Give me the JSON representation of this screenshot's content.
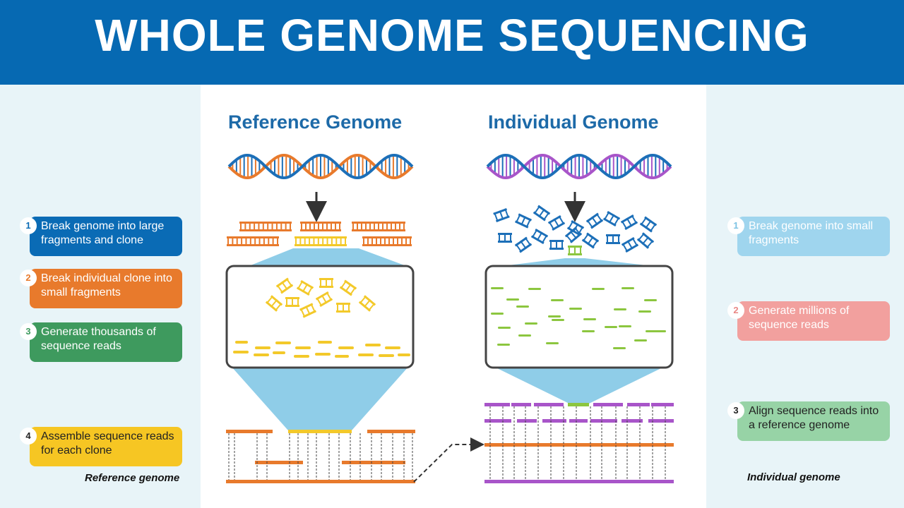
{
  "title": "WHOLE GENOME SEQUENCING",
  "reference": {
    "heading": "Reference Genome",
    "caption": "Reference genome",
    "steps": [
      {
        "num": "1",
        "text": "Break genome into large fragments and clone",
        "color": "#0a6bb5"
      },
      {
        "num": "2",
        "text": "Break individual clone into small fragments",
        "color": "#e87a2c"
      },
      {
        "num": "3",
        "text": "Generate thousands of sequence reads",
        "color": "#3e9a5e"
      },
      {
        "num": "4",
        "text": "Assemble sequence reads for each clone",
        "color": "#f6c623",
        "text_color": "#222222"
      }
    ]
  },
  "individual": {
    "heading": "Individual Genome",
    "caption": "Individual genome",
    "steps": [
      {
        "num": "1",
        "text": "Break genome into small fragments",
        "color": "#9fd5ee"
      },
      {
        "num": "2",
        "text": "Generate millions of sequence reads",
        "color": "#f2a09e"
      },
      {
        "num": "3",
        "text": "Align sequence reads into a reference genome",
        "color": "#97d3a6",
        "text_color": "#222222"
      }
    ]
  },
  "colors": {
    "banner": "#0669b2",
    "dna_blue": "#1c6fb8",
    "dna_orange": "#e87a2c",
    "dna_purple": "#a855c9",
    "fragment_yellow": "#f3c92a",
    "read_green": "#8cc63f",
    "funnel": "#8fcde8"
  }
}
